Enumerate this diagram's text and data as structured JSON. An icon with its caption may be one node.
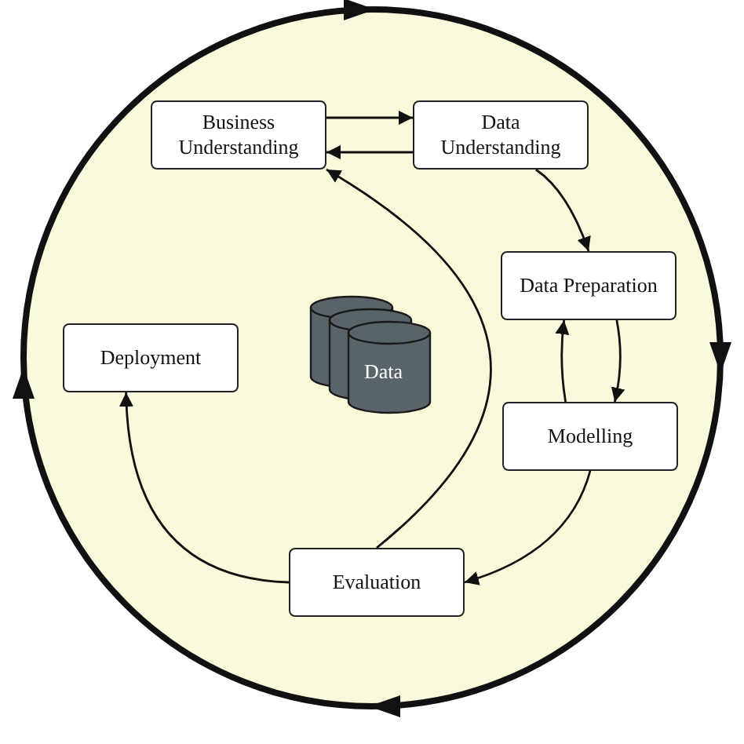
{
  "diagram": {
    "nodes": [
      {
        "text": [
          "Business Understanding"
        ]
      },
      {
        "text": [
          "Data Understanding"
        ]
      },
      {
        "text": [
          "Data Preparation"
        ]
      },
      {
        "text": [
          "Modelling"
        ]
      },
      {
        "text": [
          "Evaluation"
        ]
      },
      {
        "text": [
          "Deployment"
        ]
      },
      {
        "text": [
          "Data"
        ]
      }
    ],
    "edges": [
      {
        "from": 0,
        "to": 1,
        "arrow": "to"
      },
      {
        "from": 1,
        "to": 0,
        "arrow": "to"
      },
      {
        "from": 1,
        "to": 2,
        "arrow": "to"
      },
      {
        "from": 2,
        "to": 3,
        "arrow": "to"
      },
      {
        "from": 3,
        "to": 2,
        "arrow": "to"
      },
      {
        "from": 3,
        "to": 4,
        "arrow": "to"
      },
      {
        "from": 4,
        "to": 0,
        "arrow": "to"
      },
      {
        "from": 4,
        "to": 5,
        "arrow": "to"
      }
    ]
  }
}
